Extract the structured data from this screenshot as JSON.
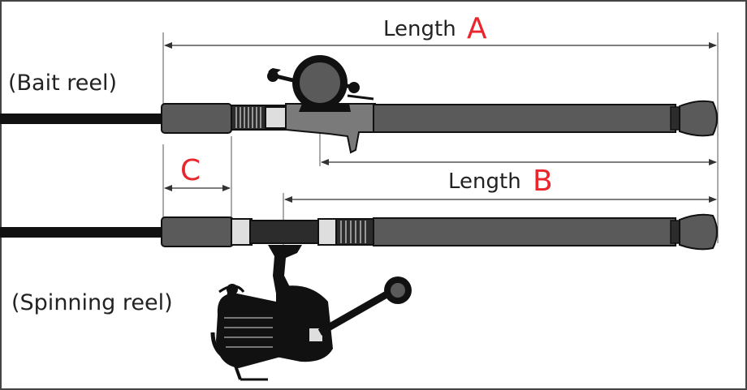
{
  "labels": {
    "bait_reel": "(Bait reel)",
    "spinning_reel": "(Spinning reel)",
    "length_a_word": "Length",
    "length_a_letter": "A",
    "length_b_word": "Length",
    "length_b_letter": "B",
    "c_letter": "C"
  },
  "colors": {
    "accent": "#e8262b",
    "rod_grip": "#5a5a5a",
    "blank": "#111111",
    "dim_line": "#333333",
    "border": "#444444"
  }
}
